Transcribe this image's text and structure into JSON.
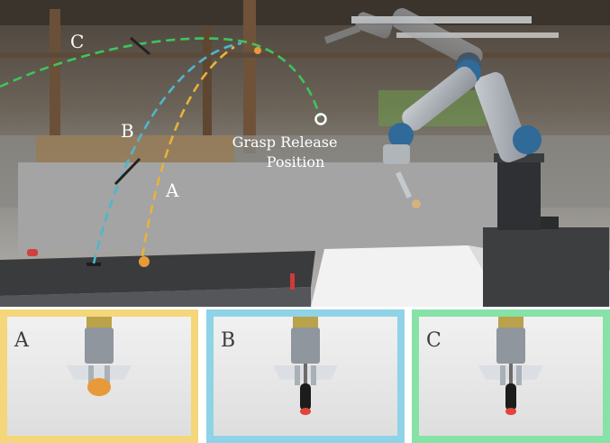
{
  "scene": {
    "trajectory_labels": [
      "A",
      "B",
      "C"
    ],
    "release_label": [
      "Grasp Release",
      "Position"
    ]
  },
  "panels": [
    {
      "label": "A",
      "object": "ball",
      "border_color": "#f3d77a"
    },
    {
      "label": "B",
      "object": "screwdriver",
      "border_color": "#8fd3e6"
    },
    {
      "label": "C",
      "object": "screwdriver",
      "border_color": "#86e2a6"
    }
  ],
  "colors": {
    "traj_a": "#e8b33a",
    "traj_b": "#4fb6cf",
    "traj_c": "#3fc45d",
    "ball": "#e79a3a",
    "screwdriver_tip": "#e0443c"
  }
}
